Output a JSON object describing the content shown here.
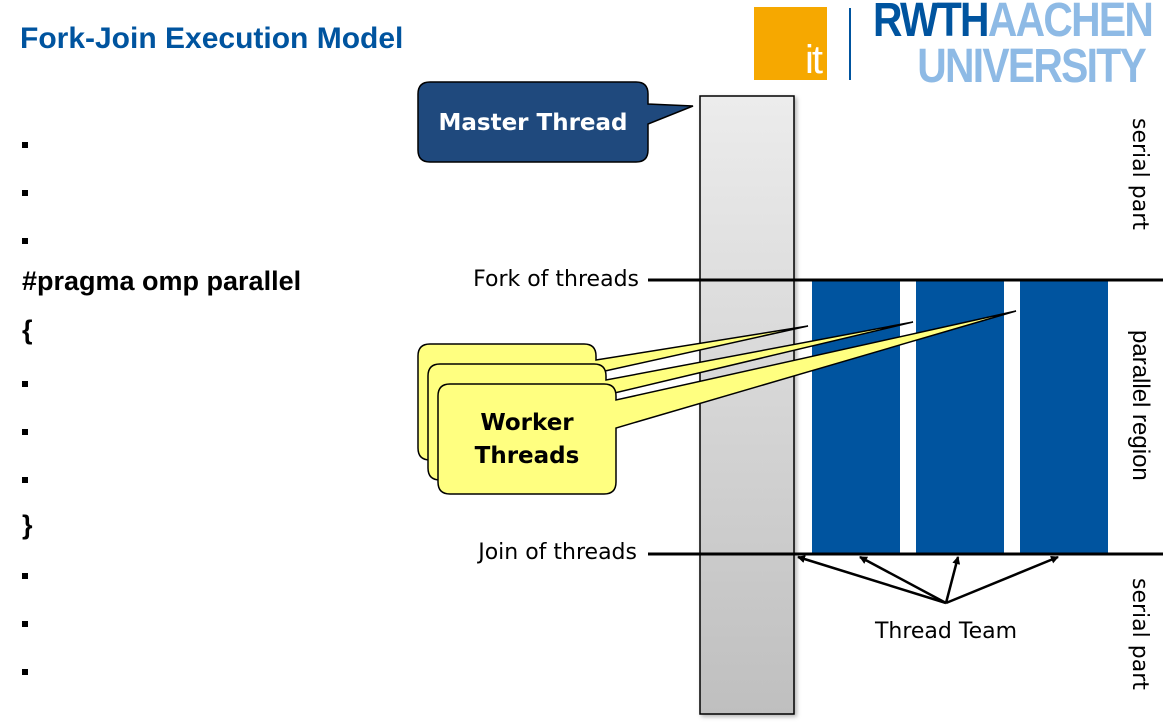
{
  "title": "Fork-Join Execution Model",
  "logo": {
    "it_label": "it",
    "rwth": "RWTH",
    "aachen": "AACHEN",
    "university": "UNIVERSITY",
    "colors": {
      "it_orange": "#f6a800",
      "rwth_blue": "#00549f",
      "light_blue": "#8ebae5"
    }
  },
  "code": {
    "pragma": "#pragma omp parallel",
    "open_brace": "{",
    "close_brace": "}",
    "dot_lines_before": 3,
    "dot_lines_inside": 3,
    "dot_lines_after": 3
  },
  "diagram": {
    "master_callout": "Master Thread",
    "worker_callout_line1": "Worker",
    "worker_callout_line2": "Threads",
    "fork_label": "Fork of threads",
    "join_label": "Join of threads",
    "team_label": "Thread Team",
    "region_labels": [
      "serial part",
      "parallel region",
      "serial part"
    ],
    "worker_thread_count": 3,
    "colors": {
      "master_callout_fill": "#1f497d",
      "worker_fill": "#00549f",
      "worker_callout_fill": "#ffff80",
      "master_bar_top": "#ececec",
      "master_bar_bottom": "#bfbfbf"
    }
  }
}
